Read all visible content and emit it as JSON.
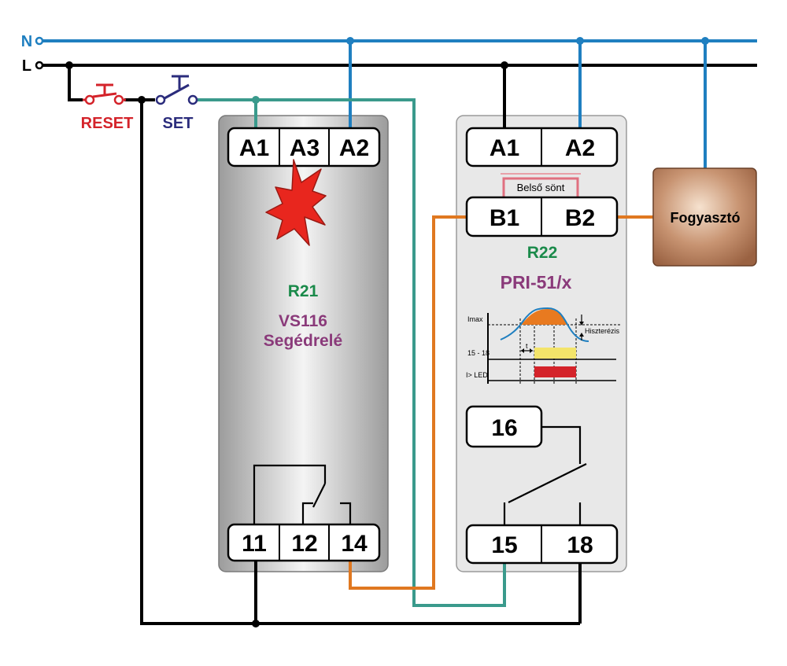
{
  "colors": {
    "neutral": "#1f7fc0",
    "live": "#000000",
    "control": "#3a9a8c",
    "load": "#e07820",
    "reset": "#d4232a",
    "set": "#2b2c7c",
    "relay_id": "#1a8a4a",
    "relay_type": "#8a3a7a"
  },
  "lines": {
    "n": "N",
    "l": "L"
  },
  "buttons": {
    "reset": "RESET",
    "set": "SET"
  },
  "r21": {
    "terminals_top": [
      "A1",
      "A3",
      "A2"
    ],
    "terminals_bottom": [
      "11",
      "12",
      "14"
    ],
    "id": "R21",
    "model": "VS116",
    "type": "Segédrelé",
    "indicator_icon": "red-star-burst-icon"
  },
  "r22": {
    "terminals_top": [
      "A1",
      "A2"
    ],
    "terminals_mid": [
      "B1",
      "B2"
    ],
    "shunt": "Belső sönt",
    "id": "R22",
    "model": "PRI-51/x",
    "contact_terminal": "16",
    "terminals_bottom": [
      "15",
      "18"
    ],
    "timing": {
      "imax": "Imax",
      "hysteresis": "Hiszterézis",
      "contacts": "15 - 18",
      "t": "t",
      "led": "I> LED"
    }
  },
  "load": {
    "label": "Fogyasztó"
  }
}
